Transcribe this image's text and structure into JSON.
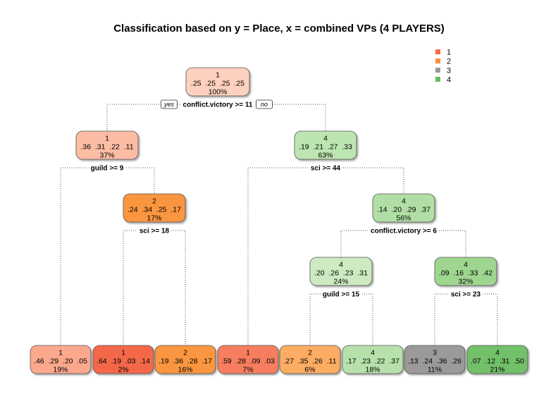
{
  "title": "Classification based on y = Place, x = combined VPs (4 PLAYERS)",
  "legend": [
    {
      "label": "1",
      "color": "#f46d43"
    },
    {
      "label": "2",
      "color": "#fc8d3c"
    },
    {
      "label": "3",
      "color": "#999999"
    },
    {
      "label": "4",
      "color": "#66bd63"
    }
  ],
  "yes_label": "yes",
  "no_label": "no",
  "nodes": [
    {
      "id": "n1",
      "cls": "1",
      "probs": ".25  .25  .25  .25",
      "pct": "100%",
      "fill": "#fdd0bf"
    },
    {
      "id": "n2",
      "cls": "1",
      "probs": ".36  .31  .22  .11",
      "pct": "37%",
      "fill": "#fdbca4"
    },
    {
      "id": "n3",
      "cls": "4",
      "probs": ".19  .21  .27  .33",
      "pct": "63%",
      "fill": "#bde5b1"
    },
    {
      "id": "n4",
      "cls": "2",
      "probs": ".24  .34  .25  .17",
      "pct": "17%",
      "fill": "#fb963f"
    },
    {
      "id": "n5",
      "cls": "4",
      "probs": ".14  .20  .29  .37",
      "pct": "56%",
      "fill": "#b1dea4"
    },
    {
      "id": "n6",
      "cls": "4",
      "probs": ".20  .26  .23  .31",
      "pct": "24%",
      "fill": "#cdeac2"
    },
    {
      "id": "n7",
      "cls": "4",
      "probs": ".09  .16  .33  .42",
      "pct": "32%",
      "fill": "#9fd68f"
    },
    {
      "id": "l1",
      "cls": "1",
      "probs": ".46  .29  .20  .05",
      "pct": "19%",
      "fill": "#fba88d"
    },
    {
      "id": "l2",
      "cls": "1",
      "probs": ".64  .19  .03  .14",
      "pct": "2%",
      "fill": "#f4684a"
    },
    {
      "id": "l3",
      "cls": "2",
      "probs": ".19  .36  .28  .17",
      "pct": "16%",
      "fill": "#fb963f"
    },
    {
      "id": "l4",
      "cls": "1",
      "probs": ".59  .28  .09  .03",
      "pct": "7%",
      "fill": "#f67e5e"
    },
    {
      "id": "l5",
      "cls": "2",
      "probs": ".27  .35  .26  .11",
      "pct": "6%",
      "fill": "#fcac63"
    },
    {
      "id": "l6",
      "cls": "4",
      "probs": ".17  .23  .22  .37",
      "pct": "18%",
      "fill": "#b7e1ab"
    },
    {
      "id": "l7",
      "cls": "3",
      "probs": ".13  .24  .36  .26",
      "pct": "11%",
      "fill": "#9a9a9a"
    },
    {
      "id": "l8",
      "cls": "4",
      "probs": ".07  .12  .31  .50",
      "pct": "21%",
      "fill": "#72c06a"
    }
  ],
  "splits": [
    {
      "id": "s1",
      "label": "conflict.victory >= 11"
    },
    {
      "id": "s2",
      "label": "guild >= 9"
    },
    {
      "id": "s3",
      "label": "sci >= 44"
    },
    {
      "id": "s4",
      "label": "sci >= 18"
    },
    {
      "id": "s5",
      "label": "conflict.victory >= 6"
    },
    {
      "id": "s6",
      "label": "guild >= 15"
    },
    {
      "id": "s7",
      "label": "sci >= 23"
    }
  ]
}
